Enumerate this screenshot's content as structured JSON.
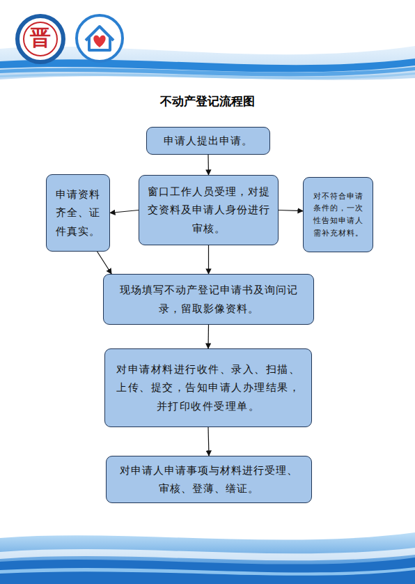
{
  "diagram": {
    "title": "不动产登记流程图",
    "nodes": [
      {
        "text": [
          "申请人提出申请。"
        ]
      },
      {
        "text": [
          "窗口工作人员受理，对提交资料及申请人身份进行审核。"
        ]
      },
      {
        "text": [
          "申请资料齐全、证件真实。"
        ]
      },
      {
        "text": [
          "对不符合申请条件的，一次性告知申请人需补充材料。"
        ]
      },
      {
        "text": [
          "现场填写不动产登记申请书及询问记录，留取影像资料。"
        ]
      },
      {
        "text": [
          "对申请材料进行收件、录入、扫描、上传、提交，告知申请人办理结果，并打印收件受理单。"
        ]
      },
      {
        "text": [
          "对申请人申请事项与材料进行受理、审核、登薄、缮证。"
        ]
      }
    ],
    "edges": [
      {
        "from": 0,
        "to": 1,
        "arrow": "to"
      },
      {
        "from": 1,
        "to": 2,
        "arrow": "to"
      },
      {
        "from": 1,
        "to": 3,
        "arrow": "to"
      },
      {
        "from": 1,
        "to": 4,
        "arrow": "to"
      },
      {
        "from": 2,
        "to": 4,
        "arrow": "to"
      },
      {
        "from": 4,
        "to": 5,
        "arrow": "to"
      },
      {
        "from": 5,
        "to": 6,
        "arrow": "to"
      }
    ],
    "labels": [
      "晋"
    ]
  }
}
